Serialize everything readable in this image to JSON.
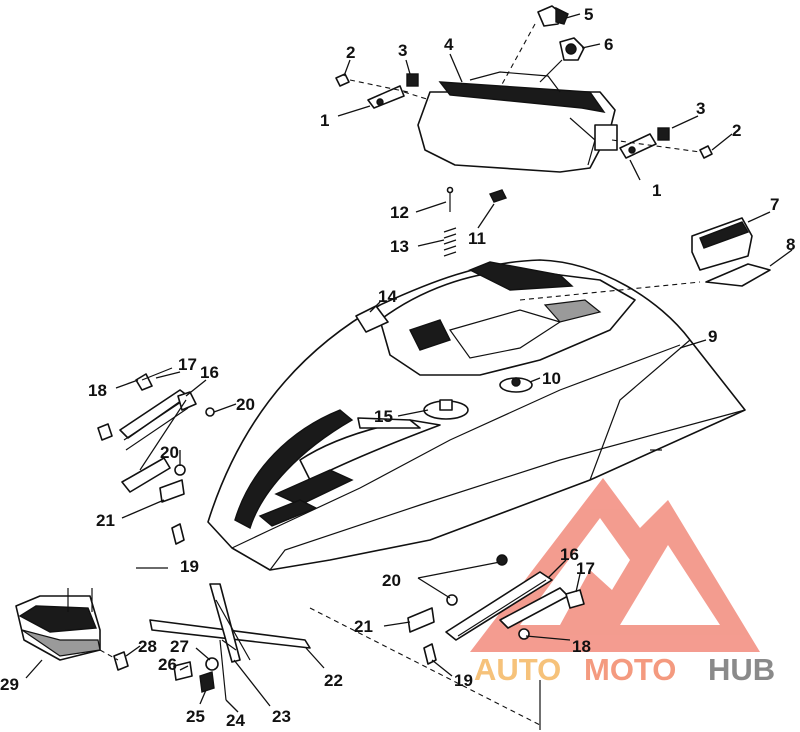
{
  "callouts": [
    {
      "id": "c1a",
      "text": "1"
    },
    {
      "id": "c1b",
      "text": "1"
    },
    {
      "id": "c2a",
      "text": "2"
    },
    {
      "id": "c2b",
      "text": "2"
    },
    {
      "id": "c3a",
      "text": "3"
    },
    {
      "id": "c3b",
      "text": "3"
    },
    {
      "id": "c4",
      "text": "4"
    },
    {
      "id": "c5",
      "text": "5"
    },
    {
      "id": "c6",
      "text": "6"
    },
    {
      "id": "c7",
      "text": "7"
    },
    {
      "id": "c8",
      "text": "8"
    },
    {
      "id": "c9",
      "text": "9"
    },
    {
      "id": "c10",
      "text": "10"
    },
    {
      "id": "c11",
      "text": "11"
    },
    {
      "id": "c12",
      "text": "12"
    },
    {
      "id": "c13",
      "text": "13"
    },
    {
      "id": "c14",
      "text": "14"
    },
    {
      "id": "c15",
      "text": "15"
    },
    {
      "id": "c16a",
      "text": "16"
    },
    {
      "id": "c16b",
      "text": "16"
    },
    {
      "id": "c17a",
      "text": "17"
    },
    {
      "id": "c17b",
      "text": "17"
    },
    {
      "id": "c18a",
      "text": "18"
    },
    {
      "id": "c18b",
      "text": "18"
    },
    {
      "id": "c19a",
      "text": "19"
    },
    {
      "id": "c19b",
      "text": "19"
    },
    {
      "id": "c20a",
      "text": "20"
    },
    {
      "id": "c20b",
      "text": "20"
    },
    {
      "id": "c20c",
      "text": "20"
    },
    {
      "id": "c21a",
      "text": "21"
    },
    {
      "id": "c21b",
      "text": "21"
    },
    {
      "id": "c22",
      "text": "22"
    },
    {
      "id": "c23",
      "text": "23"
    },
    {
      "id": "c24",
      "text": "24"
    },
    {
      "id": "c25",
      "text": "25"
    },
    {
      "id": "c26",
      "text": "26"
    },
    {
      "id": "c27",
      "text": "27"
    },
    {
      "id": "c28",
      "text": "28"
    },
    {
      "id": "c29",
      "text": "29"
    }
  ],
  "watermark": {
    "part1": "AUTO",
    "part2": "MOTO",
    "part3": "HUB",
    "color_red": "#f28b7c",
    "color_orange": "#f6c27a",
    "color_grey": "#8a8a8a"
  }
}
